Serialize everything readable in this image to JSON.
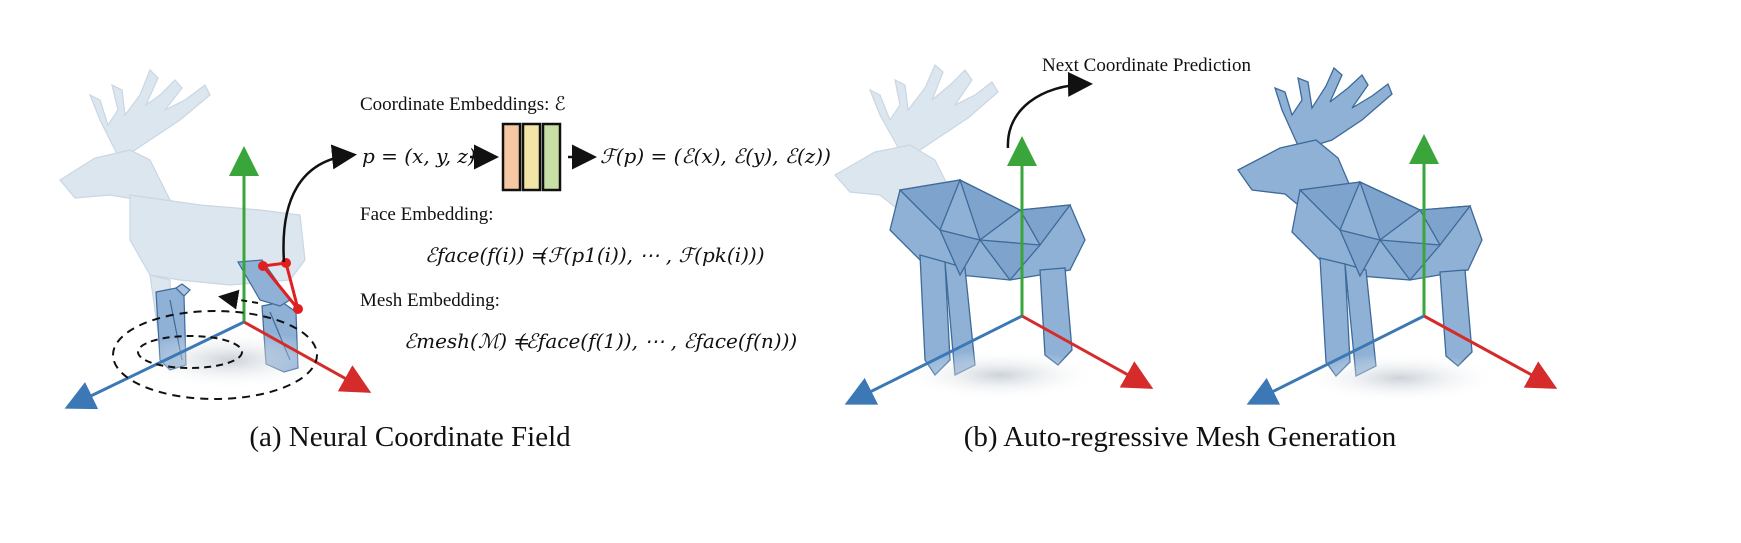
{
  "captions": {
    "left": "(a) Neural Coordinate Field",
    "right": "(b) Auto-regressive Mesh Generation"
  },
  "labels": {
    "coord_embeddings": "Coordinate Embeddings: ℰ",
    "face_embedding": "Face Embedding:",
    "mesh_embedding": "Mesh Embedding:",
    "next_coord": "Next Coordinate Prediction"
  },
  "equations": {
    "point": "p = (x, y, z)",
    "field": "ℱ(p) = (ℰ(x), ℰ(y), ℰ(z))",
    "face_lhs": "ℰface(f(i)) =",
    "face_rhs": "(ℱ(p1(i)), ⋯ , ℱ(pk(i)))",
    "mesh_lhs": "ℰmesh(ℳ) =",
    "mesh_rhs": "(ℰface(f(1)), ⋯ , ℰface(f(n)))"
  },
  "embedding_blocks": [
    {
      "color": "#f6c7a3"
    },
    {
      "color": "#f3e5a8"
    },
    {
      "color": "#c8dfa5"
    }
  ],
  "colors": {
    "axis_x": "#d62b2b",
    "axis_y": "#3aa53a",
    "axis_z": "#3b78b5",
    "mesh_fill": "#8fb1d6",
    "mesh_stroke": "#3d6a99",
    "ghost": "#dbe5ef",
    "highlight": "#e02020"
  }
}
